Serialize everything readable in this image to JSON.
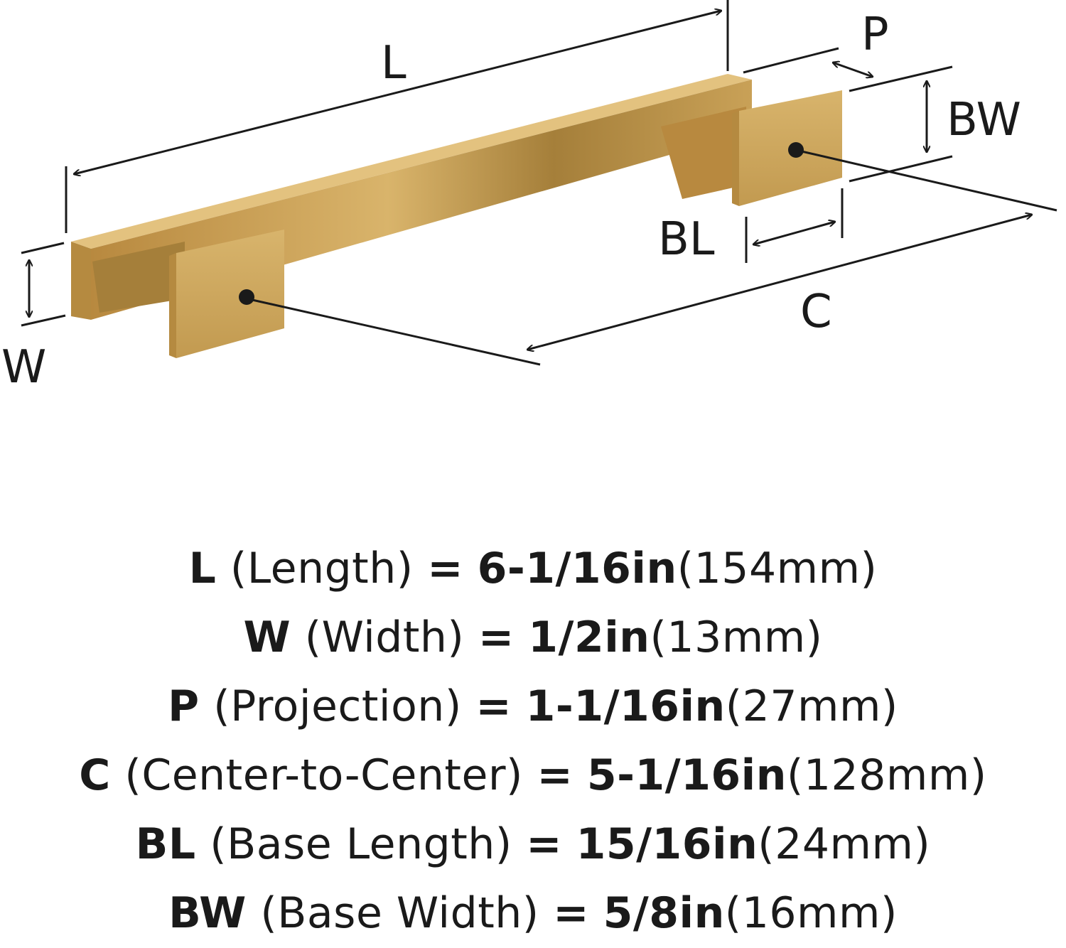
{
  "colors": {
    "brass": "#C9A157",
    "brass_shadow": "#A57F3A",
    "brass_highlight": "#E3C27F",
    "ink": "#1a1a1a"
  },
  "diagram": {
    "labels": {
      "L": "L",
      "P": "P",
      "BW": "BW",
      "BL": "BL",
      "C": "C",
      "W": "W"
    }
  },
  "specs": [
    {
      "code": "L",
      "name": "(Length)",
      "eq": "=",
      "imperial": "6-1/16in",
      "metric": "(154mm)"
    },
    {
      "code": "W",
      "name": "(Width)",
      "eq": "=",
      "imperial": "1/2in",
      "metric": "(13mm)"
    },
    {
      "code": "P",
      "name": "(Projection)",
      "eq": "=",
      "imperial": "1-1/16in",
      "metric": "(27mm)"
    },
    {
      "code": "C",
      "name": "(Center-to-Center)",
      "eq": "=",
      "imperial": "5-1/16in",
      "metric": "(128mm)"
    },
    {
      "code": "BL",
      "name": "(Base Length)",
      "eq": "=",
      "imperial": "15/16in",
      "metric": "(24mm)"
    },
    {
      "code": "BW",
      "name": "(Base Width)",
      "eq": "=",
      "imperial": "5/8in",
      "metric": "(16mm)"
    }
  ]
}
